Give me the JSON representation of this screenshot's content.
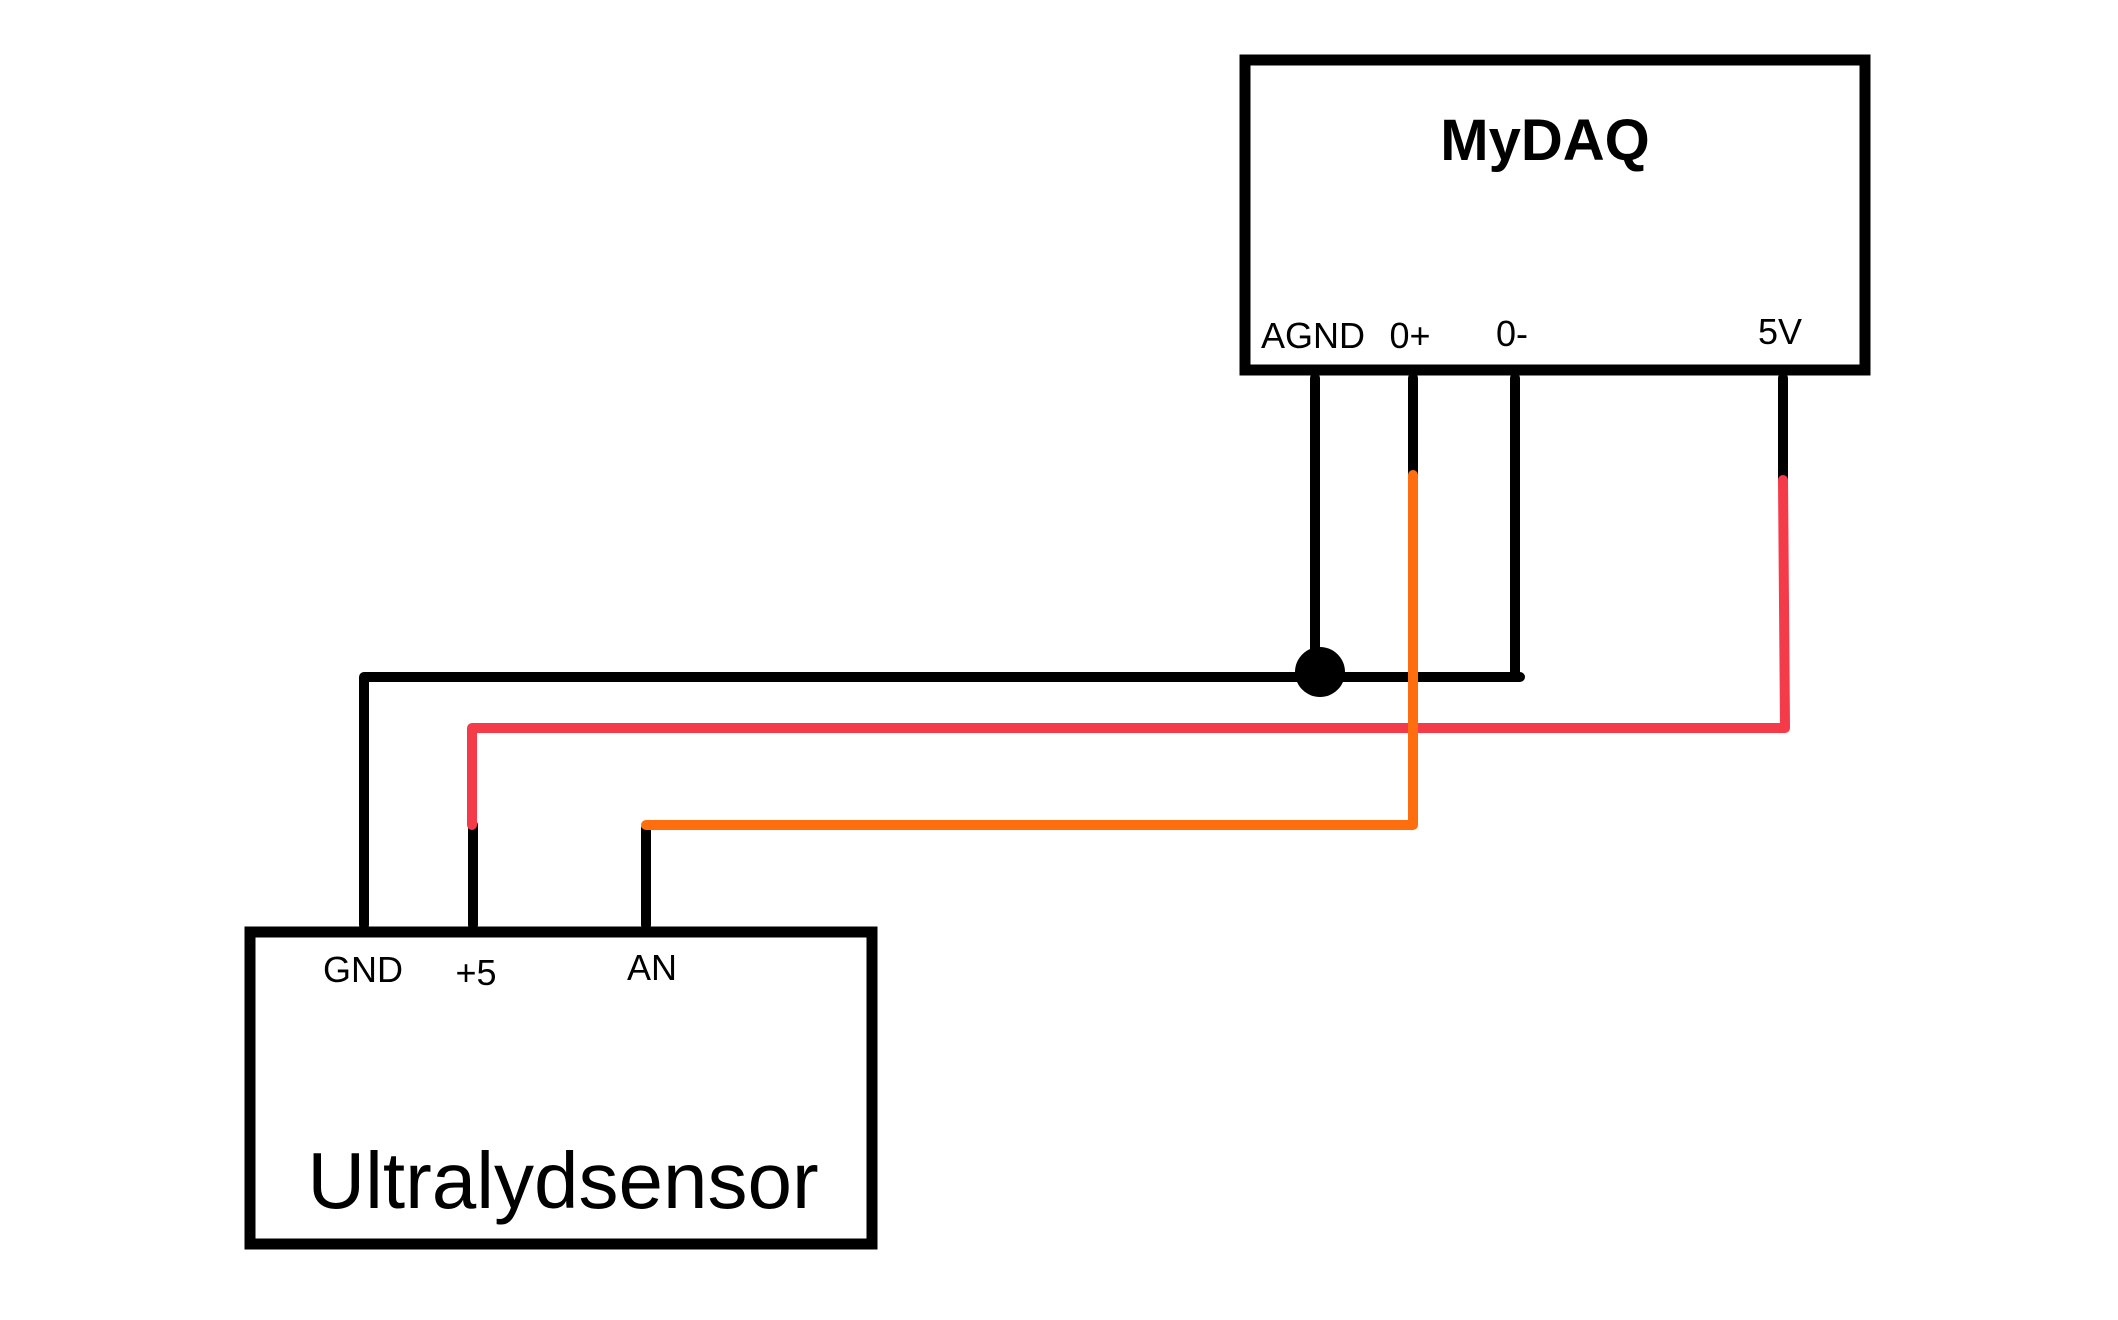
{
  "colors": {
    "background": "#ffffff",
    "ground_wire": "#000000",
    "power_wire": "#f53a4a",
    "signal_wire": "#ff6e0e"
  },
  "mydaq": {
    "title": "MyDAQ",
    "pins": {
      "agnd": "AGND",
      "ai0_plus": "0+",
      "ai0_minus": "0-",
      "v5": "5V"
    }
  },
  "sensor": {
    "title": "Ultralydsensor",
    "pins": {
      "gnd": "GND",
      "plus5": "+5",
      "an": "AN"
    }
  }
}
